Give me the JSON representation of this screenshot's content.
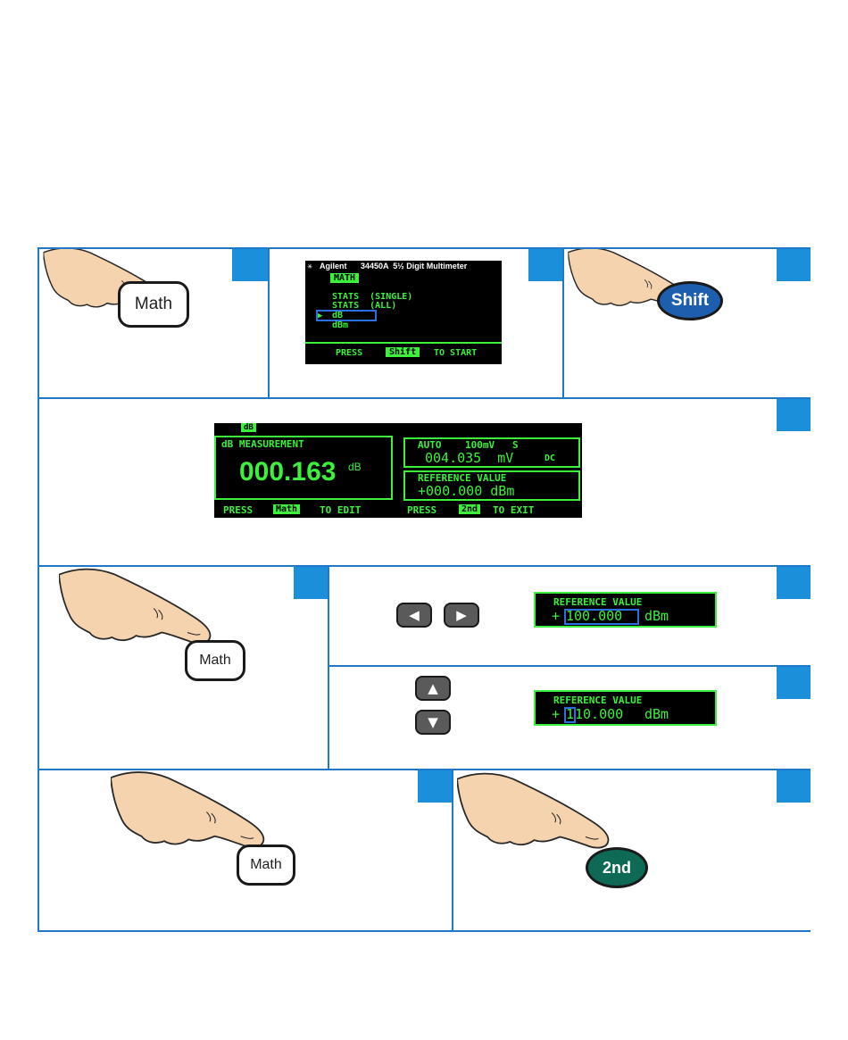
{
  "buttons": {
    "math": "Math",
    "shift": "Shift",
    "second": "2nd"
  },
  "menu_screen": {
    "brand": "Agilent",
    "model": "34450A  5½ Digit Multimeter",
    "tab": "MATH",
    "items": [
      "STATS  (SINGLE)",
      "STATS  (ALL)",
      "dB",
      "dBm"
    ],
    "selected_marker": "▶",
    "footer_prefix": "PRESS",
    "footer_key": "Shift",
    "footer_suffix": "TO START"
  },
  "db_screen": {
    "tag": "dB",
    "left_title": "dB MEASUREMENT",
    "reading": "000.163",
    "reading_unit": "dB",
    "range_line": "AUTO    100mV   S",
    "secondary_value": "004.035  mV",
    "coupling": "DC",
    "ref_title": "REFERENCE VALUE",
    "ref_value": "+000.000 dBm",
    "footer_left_prefix": "PRESS",
    "footer_left_key": "Math",
    "footer_left_suffix": "TO EDIT",
    "footer_right_prefix": "PRESS",
    "footer_right_key": "2nd",
    "footer_right_suffix": "TO EXIT"
  },
  "ref_edit_1": {
    "title": "REFERENCE VALUE",
    "sign": "+",
    "value": "100.000",
    "unit": "dBm"
  },
  "ref_edit_2": {
    "title": "REFERENCE VALUE",
    "sign": "+",
    "cursor_digit": "1",
    "value_rest": "10.000",
    "unit": "dBm"
  },
  "colors": {
    "frame": "#1f78c8",
    "step_marker": "#1b8fd9",
    "lcd_text": "#3cf03c",
    "shift_button": "#1d5fae",
    "second_button": "#0f6a55",
    "cursor_box": "#2a6fe0"
  },
  "icons": {
    "left": "left-arrow-icon",
    "right": "right-arrow-icon",
    "up": "up-arrow-icon",
    "down": "down-arrow-icon"
  }
}
